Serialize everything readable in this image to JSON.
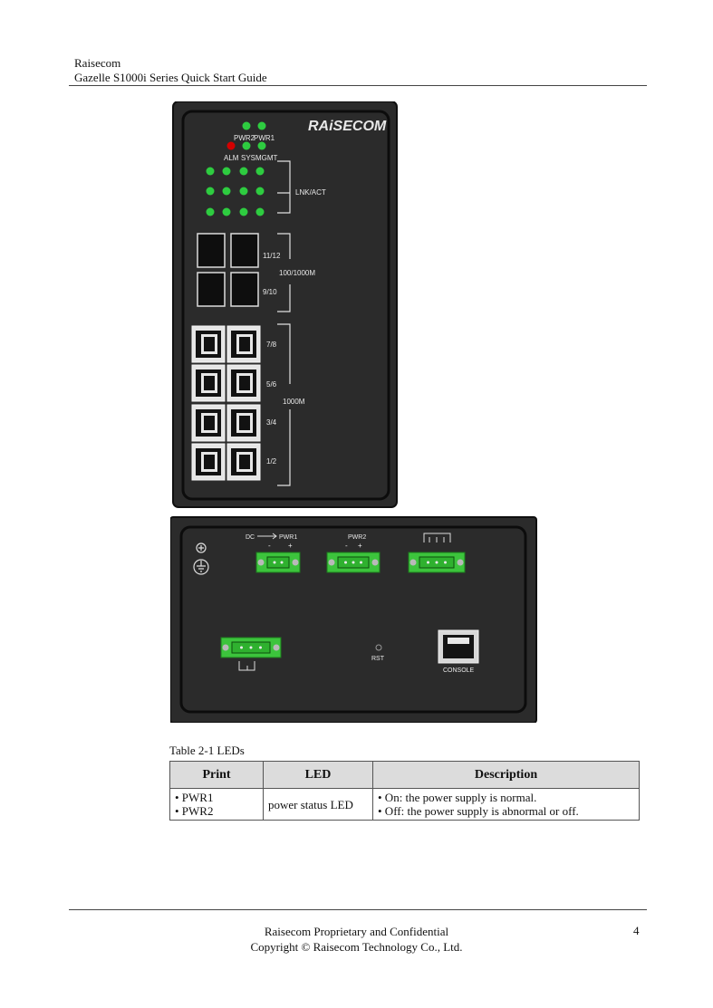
{
  "header": {
    "company": "Raisecom",
    "doc_title": "Gazelle S1000i Series Quick Start Guide"
  },
  "figure": {
    "front": {
      "brand": "RAiSECOM",
      "led_labels": {
        "pwr2": "PWR2",
        "pwr1": "PWR1",
        "alm": "ALM",
        "sys": "SYS",
        "mgmt": "MGMT"
      },
      "group_labels": {
        "lnk_act": "LNK/ACT",
        "sfp_top": "11/12",
        "sfp_bottom": "9/10",
        "sfp_speed": "100/1000M",
        "rj_78": "7/8",
        "rj_56": "5/6",
        "rj_speed": "1000M",
        "rj_34": "3/4",
        "rj_12": "1/2"
      },
      "colors": {
        "led_on": "#2ecc40",
        "led_alarm": "#d40000",
        "chassis": "#232323"
      }
    },
    "bottom": {
      "dc_label": "DC",
      "pwr1": "PWR1",
      "pwr2": "PWR2",
      "polarity": {
        "minus": "-",
        "plus": "+"
      },
      "rst": "RST",
      "console": "CONSOLE",
      "connector_color": "#3cc43c"
    }
  },
  "caption": "Table 2-1 LEDs",
  "table": {
    "headers": [
      "Print",
      "LED",
      "Description"
    ],
    "rows": [
      {
        "print": [
          "• PWR1",
          "• PWR2"
        ],
        "led": "power status LED",
        "description": [
          "• On: the power supply is normal.",
          "• Off: the power supply is abnormal or off."
        ]
      }
    ]
  },
  "footer": {
    "line1": "Raisecom Proprietary and Confidential",
    "line2": "Copyright © Raisecom Technology Co., Ltd.",
    "page_number": "4"
  }
}
